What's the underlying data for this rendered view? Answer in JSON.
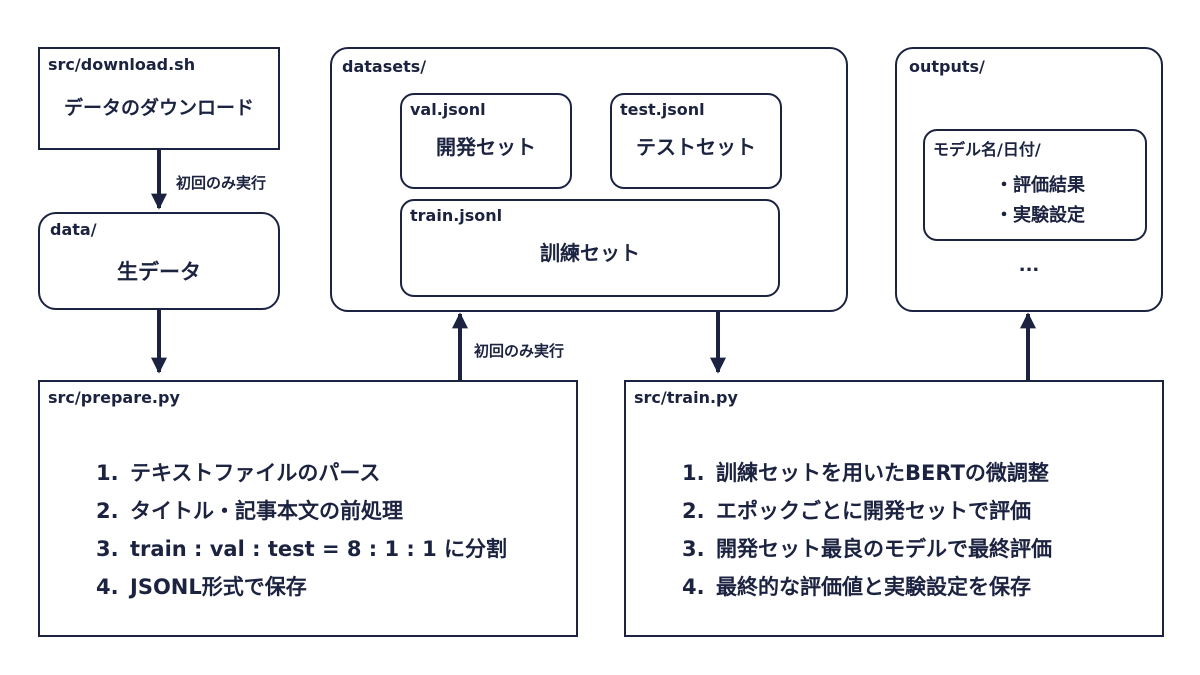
{
  "download_box": {
    "path": "src/download.sh",
    "text": "データのダウンロード"
  },
  "arrow_download_to_data": {
    "label": "初回のみ実行"
  },
  "data_box": {
    "path": "data/",
    "text": "生データ"
  },
  "datasets_box": {
    "path": "datasets/",
    "val": {
      "path": "val.jsonl",
      "text": "開発セット"
    },
    "test": {
      "path": "test.jsonl",
      "text": "テストセット"
    },
    "train": {
      "path": "train.jsonl",
      "text": "訓練セット"
    }
  },
  "arrow_prepare_to_datasets": {
    "label": "初回のみ実行"
  },
  "outputs_box": {
    "path": "outputs/",
    "inner_path": "モデル名/日付/",
    "items": [
      "・評価結果",
      "・実験設定"
    ],
    "ellipsis": "..."
  },
  "prepare_box": {
    "path": "src/prepare.py",
    "steps": [
      {
        "num": "1.",
        "text": "テキストファイルのパース"
      },
      {
        "num": "2.",
        "text": "タイトル・記事本文の前処理"
      },
      {
        "num": "3.",
        "text": "train : val : test = 8 : 1 : 1 に分割"
      },
      {
        "num": "4.",
        "text": "JSONL形式で保存"
      }
    ]
  },
  "train_box": {
    "path": "src/train.py",
    "steps": [
      {
        "num": "1.",
        "text": "訓練セットを用いたBERTの微調整"
      },
      {
        "num": "2.",
        "text": "エポックごとに開発セットで評価"
      },
      {
        "num": "3.",
        "text": "開発セット最良のモデルで最終評価"
      },
      {
        "num": "4.",
        "text": "最終的な評価値と実験設定を保存"
      }
    ]
  },
  "colors": {
    "stroke": "#1c2340",
    "background": "#ffffff"
  }
}
